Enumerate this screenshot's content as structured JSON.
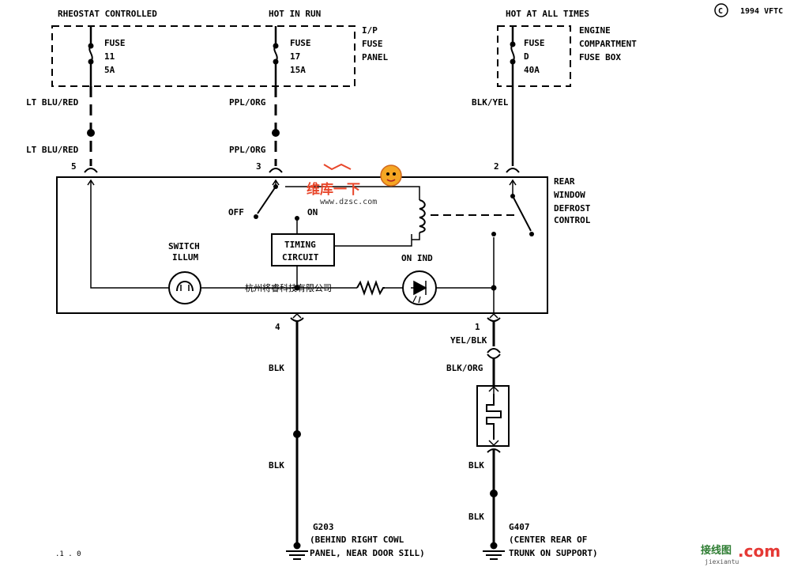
{
  "header": {
    "rheostat": "RHEOSTAT CONTROLLED",
    "hot_in_run": "HOT IN RUN",
    "hot_at_all_times": "HOT AT ALL TIMES",
    "copyright_symbol": "C",
    "copyright": "1994 VFTC"
  },
  "fuse_panel": {
    "label_line1": "I/P",
    "label_line2": "FUSE",
    "label_line3": "PANEL",
    "fuse11": [
      "FUSE",
      "11",
      "5A"
    ],
    "fuse17": [
      "FUSE",
      "17",
      "15A"
    ]
  },
  "engine_box": {
    "label_line1": "ENGINE",
    "label_line2": "COMPARTMENT",
    "label_line3": "FUSE BOX",
    "fuseD": [
      "FUSE",
      "D",
      "40A"
    ]
  },
  "wires": {
    "lt_blu_red_top": "LT BLU/RED",
    "lt_blu_red_bottom": "LT BLU/RED",
    "ppl_org_top": "PPL/ORG",
    "ppl_org_bottom": "PPL/ORG",
    "blk_yel": "BLK/YEL",
    "blk_1": "BLK",
    "blk_2": "BLK",
    "yel_blk": "YEL/BLK",
    "blk_org": "BLK/ORG",
    "blk_3": "BLK",
    "blk_4": "BLK"
  },
  "pins": {
    "p5": "5",
    "p3": "3",
    "p2": "2",
    "p4": "4",
    "p1": "1"
  },
  "control": {
    "label_line1": "REAR",
    "label_line2": "WINDOW",
    "label_line3": "DEFROST",
    "label_line4": "CONTROL",
    "off": "OFF",
    "on": "ON",
    "timing_line1": "TIMING",
    "timing_line2": "CIRCUIT",
    "switch_illum_line1": "SWITCH",
    "switch_illum_line2": "ILLUM",
    "on_ind": "ON IND"
  },
  "grounds": {
    "g203": "G203",
    "g203_desc1": "(BEHIND RIGHT COWL",
    "g203_desc2": "PANEL, NEAR DOOR SILL)",
    "g407": "G407",
    "g407_desc1": "(CENTER REAR OF",
    "g407_desc2": "TRUNK ON SUPPORT)"
  },
  "watermarks": {
    "cn_company": "杭州将睿科技有限公司",
    "dzsc_cn": "维库一下",
    "dzsc_url": "www.dzsc.com",
    "jiexiantu_cn": "接线图",
    "jiexiantu_dom": ".com",
    "jiexiantu_url": "jiexiantu"
  },
  "corner_mark": ".1 . 0"
}
